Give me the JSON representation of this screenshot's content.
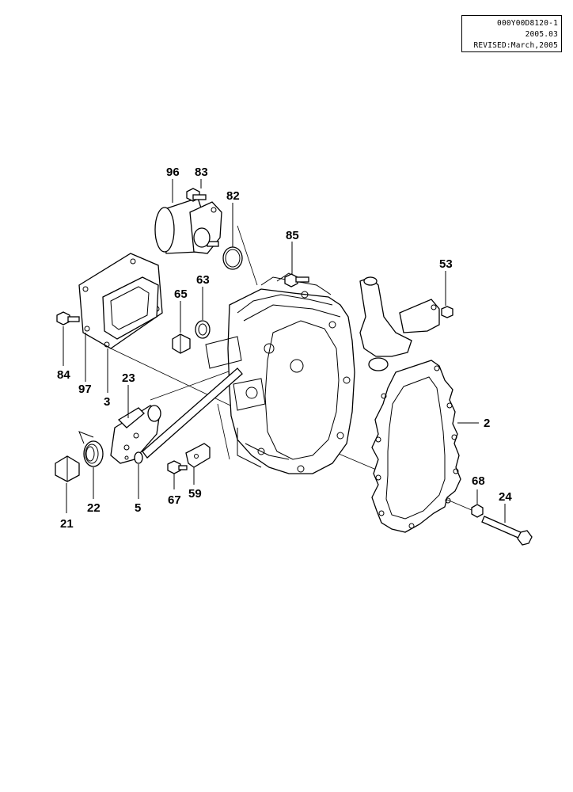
{
  "reference": {
    "code": "000Y00D8120-1",
    "date": "2005.03",
    "revised": "REVISED:March,2005"
  },
  "parts": [
    {
      "id": "p96",
      "number": "96"
    },
    {
      "id": "p83",
      "number": "83"
    },
    {
      "id": "p82",
      "number": "82"
    },
    {
      "id": "p85",
      "number": "85"
    },
    {
      "id": "p53",
      "number": "53"
    },
    {
      "id": "p65",
      "number": "65"
    },
    {
      "id": "p63",
      "number": "63"
    },
    {
      "id": "p84",
      "number": "84"
    },
    {
      "id": "p97",
      "number": "97"
    },
    {
      "id": "p3",
      "number": "3"
    },
    {
      "id": "p23",
      "number": "23"
    },
    {
      "id": "p2",
      "number": "2"
    },
    {
      "id": "p21",
      "number": "21"
    },
    {
      "id": "p22",
      "number": "22"
    },
    {
      "id": "p5",
      "number": "5"
    },
    {
      "id": "p67",
      "number": "67"
    },
    {
      "id": "p59",
      "number": "59"
    },
    {
      "id": "p68",
      "number": "68"
    },
    {
      "id": "p24",
      "number": "24"
    }
  ]
}
